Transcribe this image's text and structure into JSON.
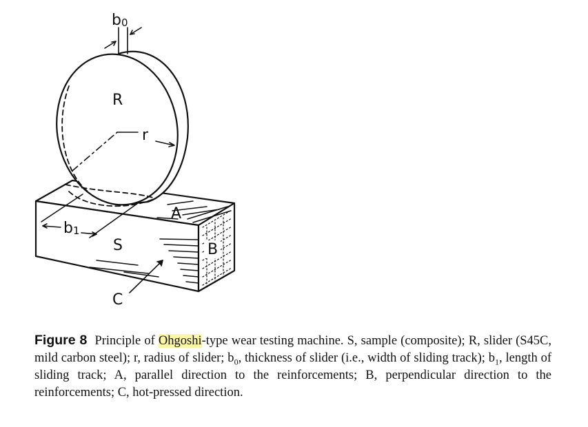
{
  "figure": {
    "labels": {
      "b0": "b",
      "b0_sub": "0",
      "R": "R",
      "r": "r",
      "A": "A",
      "b1": "b",
      "b1_sub": "1",
      "S": "S",
      "B": "B",
      "C": "C"
    }
  },
  "caption": {
    "label": "Figure 8",
    "part1": "Principle of ",
    "highlight": "Ohgoshi",
    "part2": "-type wear testing machine. S, sample (composite); R, slider (S45C, mild carbon steel); r, radius of slider; b",
    "sub0": "0",
    "part3": ", thickness of slider (i.e., width of sliding track); b",
    "sub1": "1",
    "part4": ", length of sliding track; A, parallel direction to the reinforcements; B, perpendicular direction to the reinforcements; C, hot-pressed direction.",
    "highlight_color": "#fbf6a3"
  }
}
